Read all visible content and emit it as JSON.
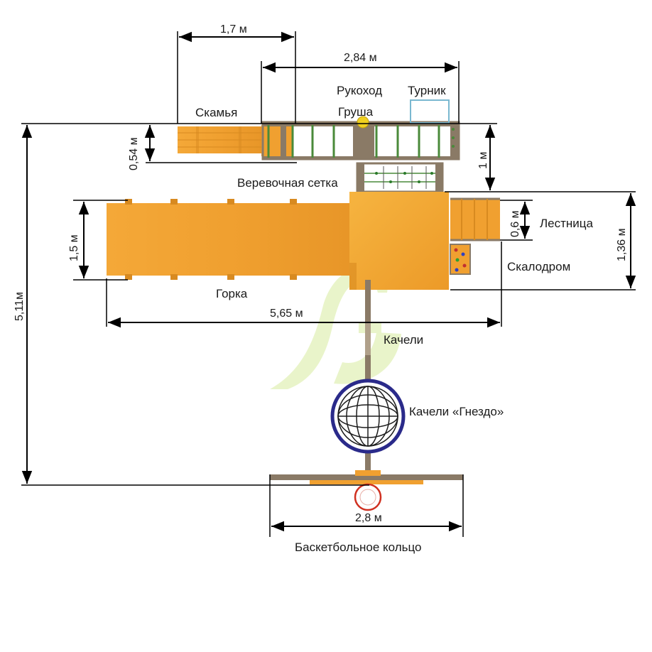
{
  "labels": {
    "bench": "Скамья",
    "monkey_bars": "Рукоход",
    "bar": "Турник",
    "punching_bag": "Груша",
    "rope_net": "Веревочная сетка",
    "ladder": "Лестница",
    "climbing_wall": "Скалодром",
    "slide": "Горка",
    "swing": "Качели",
    "nest_swing": "Качели «Гнездо»",
    "basketball": "Баскетбольное кольцо"
  },
  "dimensions": {
    "bench_width": "1,7 м",
    "monkey_bars_width": "2,84 м",
    "bench_depth": "0,54 м",
    "upper_gap": "1 м",
    "slide_width": "1,5 м",
    "ladder_width": "0,6 м",
    "platform_depth": "1,36 м",
    "total_width": "5,65 м",
    "total_length": "5,11м",
    "basketball_width": "2,8 м"
  },
  "colors": {
    "wood": "#f0a030",
    "wood_dark": "#d88a20",
    "post": "#8a7a66",
    "rail": "#4a8a3a",
    "net": "#1c1c1c",
    "nest_ring": "#2a2a8a",
    "hoop": "#d03020",
    "logo": "#d8eca0",
    "line": "#000000"
  }
}
